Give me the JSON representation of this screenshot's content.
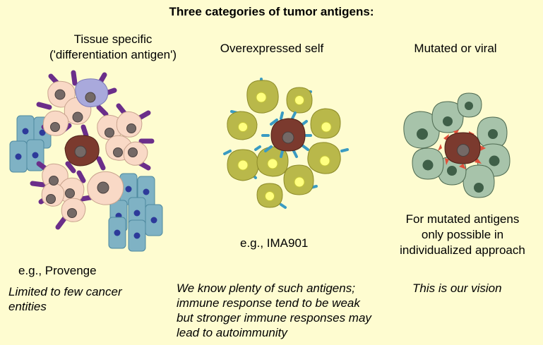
{
  "title": "Three categories of tumor antigens:",
  "categories": [
    {
      "heading_line1": "Tissue specific",
      "heading_line2": "('differentiation antigen')",
      "example": "e.g., Provenge",
      "note_line1": "Limited to few cancer",
      "note_line2": "entities"
    },
    {
      "heading_line1": "Overexpressed self",
      "example": "e.g., IMA901",
      "note_line1": "We know plenty of such antigens;",
      "note_line2": "immune response tend to be weak",
      "note_line3": "but stronger immune responses may",
      "note_line4": "lead to autoimmunity"
    },
    {
      "heading_line1": "Mutated or viral",
      "remark_line1": "For mutated antigens",
      "remark_line2": "only possible in",
      "remark_line3": "individualized approach",
      "note_line1": "This is our vision"
    }
  ],
  "colors": {
    "background": "#fefcd0",
    "normal_cell": "#f9d9c6",
    "tumor_cell": "#7b3a2e",
    "tissue_cell": "#7fb2c4",
    "antigen_purple": "#6b2e8a",
    "self_cell": "#b9b84a",
    "self_antigen": "#3a9bc2",
    "mutant_cell": "#a7c3aa",
    "mutant_antigen": "#e0503a"
  }
}
